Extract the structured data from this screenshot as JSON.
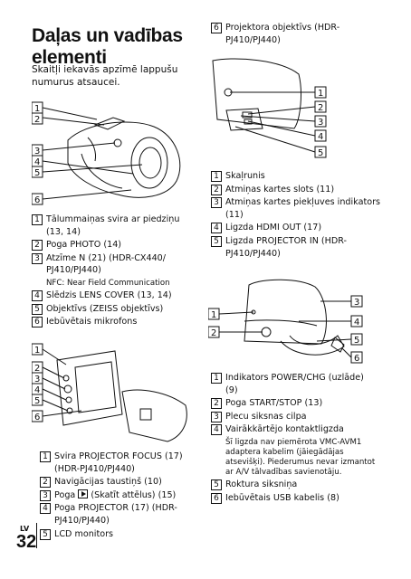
{
  "title": "Daļas un vadības elementi",
  "intro": "Skaitļi iekavās apzīmē lappušu numurus atsaucei.",
  "page": {
    "lang": "LV",
    "number": "32"
  },
  "right_top_caption": [
    {
      "num": "6",
      "text": "Projektora objektīvs (HDR-PJ410/PJ440)"
    }
  ],
  "diagram_callouts": {
    "camera_side": [
      "1",
      "2",
      "3",
      "4",
      "5",
      "6"
    ],
    "camera_side_rear": [
      "1",
      "2",
      "3",
      "4",
      "5"
    ],
    "camera_back": [
      "3",
      "1",
      "2",
      "4",
      "5",
      "6"
    ],
    "camera_screen": [
      "1",
      "2",
      "3",
      "4",
      "5",
      "6"
    ]
  },
  "list_left_1": [
    {
      "num": "1",
      "text": "Tālummaiņas svira ar piedziņu (13, 14)"
    },
    {
      "num": "2",
      "text": "Poga PHOTO (14)"
    },
    {
      "num": "3",
      "text": "Atzīme N (21) (HDR-CX440/ PJ410/PJ440)",
      "note": "NFC: Near Field Communication"
    },
    {
      "num": "4",
      "text": "Slēdzis LENS COVER (13, 14)"
    },
    {
      "num": "5",
      "text": "Objektīvs (ZEISS objektīvs)"
    },
    {
      "num": "6",
      "text": "Iebūvētais mikrofons"
    }
  ],
  "list_left_2": [
    {
      "num": "1",
      "text": "Svira PROJECTOR FOCUS (17) (HDR-PJ410/PJ440)"
    },
    {
      "num": "2",
      "text": "Navigācijas taustiņš (10)"
    },
    {
      "num": "3",
      "text_a": "Poga",
      "text_b": "(Skatīt attēlus) (15)",
      "icon": "play-icon"
    },
    {
      "num": "4",
      "text": "Poga PROJECTOR (17) (HDR-PJ410/PJ440)"
    },
    {
      "num": "5",
      "text": "LCD monitors"
    }
  ],
  "list_right_1": [
    {
      "num": "1",
      "text": "Skaļrunis"
    },
    {
      "num": "2",
      "text": "Atmiņas kartes slots (11)"
    },
    {
      "num": "3",
      "text": "Atmiņas kartes piekļuves indikators (11)"
    },
    {
      "num": "4",
      "text": "Ligzda HDMI OUT (17)"
    },
    {
      "num": "5",
      "text": "Ligzda PROJECTOR IN (HDR-PJ410/PJ440)"
    }
  ],
  "list_right_2": [
    {
      "num": "1",
      "text": "Indikators POWER/CHG (uzlāde) (9)"
    },
    {
      "num": "2",
      "text": "Poga START/STOP (13)"
    },
    {
      "num": "3",
      "text": "Plecu siksnas cilpa"
    },
    {
      "num": "4",
      "text": "Vairākkārtējo kontaktligzda",
      "note": "Šī ligzda nav piemērota VMC-AVM1 adaptera kabelim (jāiegādājas atsevišķi). Piederumus nevar izmantot ar A/V tālvadības savienotāju."
    },
    {
      "num": "5",
      "text": "Roktura siksniņa"
    },
    {
      "num": "6",
      "text": "Iebūvētais USB kabelis (8)"
    }
  ]
}
